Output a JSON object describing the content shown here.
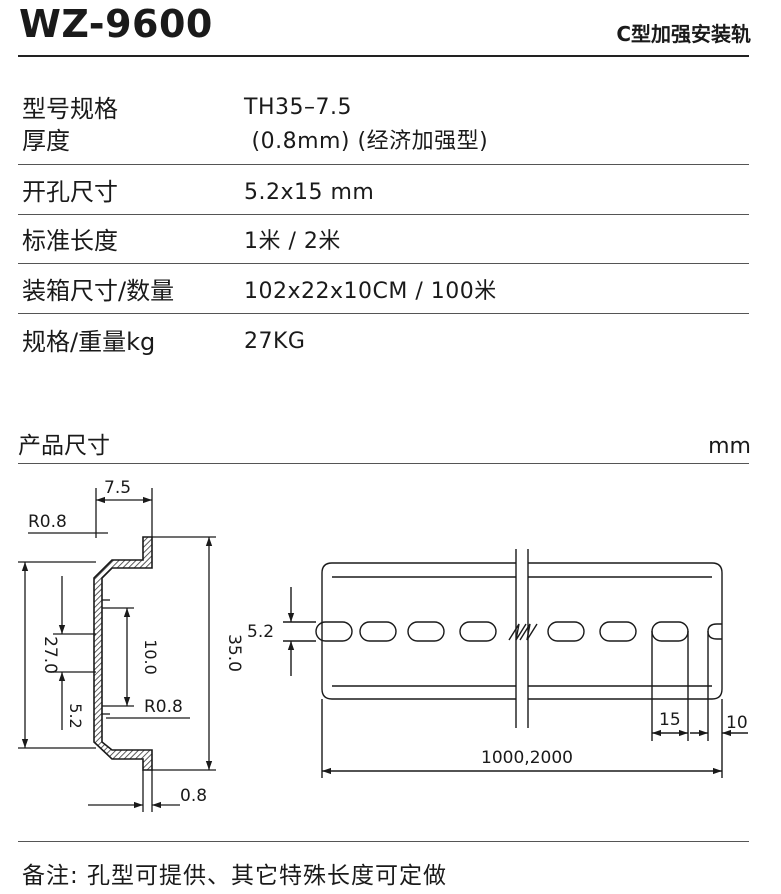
{
  "header": {
    "model": "WZ-9600",
    "product_name": "C型加强安装轨"
  },
  "specs": {
    "model_label": "型号规格",
    "thickness_label": "厚度",
    "model_value": "TH35–7.5",
    "thickness_value": " (0.8mm) (经济加强型)",
    "hole_label": "开孔尺寸",
    "hole_value": "5.2x15 mm",
    "length_label": "标准长度",
    "length_value": "1米 / 2米",
    "pack_label": "装箱尺寸/数量",
    "pack_value": "102x22x10CM / 100米",
    "weight_label": "规格/重量kg",
    "weight_value": "27KG"
  },
  "dimensions": {
    "section_title": "产品尺寸",
    "unit": "mm",
    "profile": {
      "top_width": "7.5",
      "radius_top": "R0.8",
      "radius_bottom": "R0.8",
      "height_total": "35.0",
      "height_inner": "27.0",
      "height_mid": "10.0",
      "height_low": "5.2",
      "thickness": "0.8"
    },
    "rail": {
      "hole_height": "5.2",
      "hole_length": "15",
      "end_gap": "10",
      "length": "1000,2000"
    }
  },
  "footer": {
    "note": "备注: 孔型可提供、其它特殊长度可定做"
  }
}
